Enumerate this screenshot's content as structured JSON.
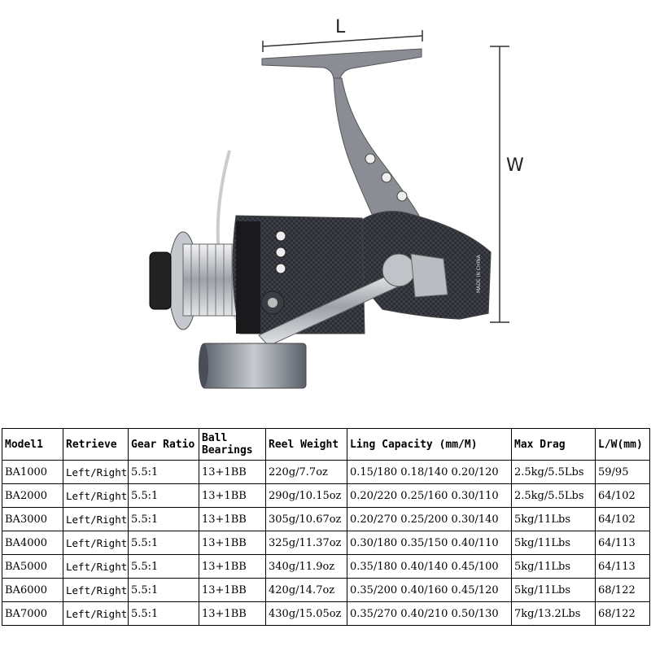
{
  "figure": {
    "length_label": "L",
    "width_label": "W",
    "body_text": "MADE IN CHINA",
    "colors": {
      "metal": "#8a8d93",
      "body": "#2b2d33",
      "chrome": "#d5d7db",
      "accent": "#1a1a1d"
    }
  },
  "table": {
    "headers": [
      "Model1",
      "Retrieve",
      "Gear Ratio",
      "Ball Bearings",
      "Reel Weight",
      "Ling Capacity (mm/M)",
      "Max Drag",
      "L/W(mm)"
    ],
    "rows": [
      [
        "BA1000",
        "Left/Right",
        "5.5:1",
        "13+1BB",
        "220g/7.7oz",
        "0.15/180 0.18/140 0.20/120",
        "2.5kg/5.5Lbs",
        "59/95"
      ],
      [
        "BA2000",
        "Left/Right",
        "5.5:1",
        "13+1BB",
        "290g/10.15oz",
        "0.20/220 0.25/160 0.30/110",
        "2.5kg/5.5Lbs",
        "64/102"
      ],
      [
        "BA3000",
        "Left/Right",
        "5.5:1",
        "13+1BB",
        "305g/10.67oz",
        "0.20/270 0.25/200 0.30/140",
        "5kg/11Lbs",
        "64/102"
      ],
      [
        "BA4000",
        "Left/Right",
        "5.5:1",
        "13+1BB",
        "325g/11.37oz",
        "0.30/180 0.35/150 0.40/110",
        "5kg/11Lbs",
        "64/113"
      ],
      [
        "BA5000",
        "Left/Right",
        "5.5:1",
        "13+1BB",
        "340g/11.9oz",
        "0.35/180 0.40/140 0.45/100",
        "5kg/11Lbs",
        "64/113"
      ],
      [
        "BA6000",
        "Left/Right",
        "5.5:1",
        "13+1BB",
        "420g/14.7oz",
        "0.35/200 0.40/160 0.45/120",
        "5kg/11Lbs",
        "68/122"
      ],
      [
        "BA7000",
        "Left/Right",
        "5.5:1",
        "13+1BB",
        "430g/15.05oz",
        "0.35/270 0.40/210 0.50/130",
        "7kg/13.2Lbs",
        "68/122"
      ]
    ]
  }
}
